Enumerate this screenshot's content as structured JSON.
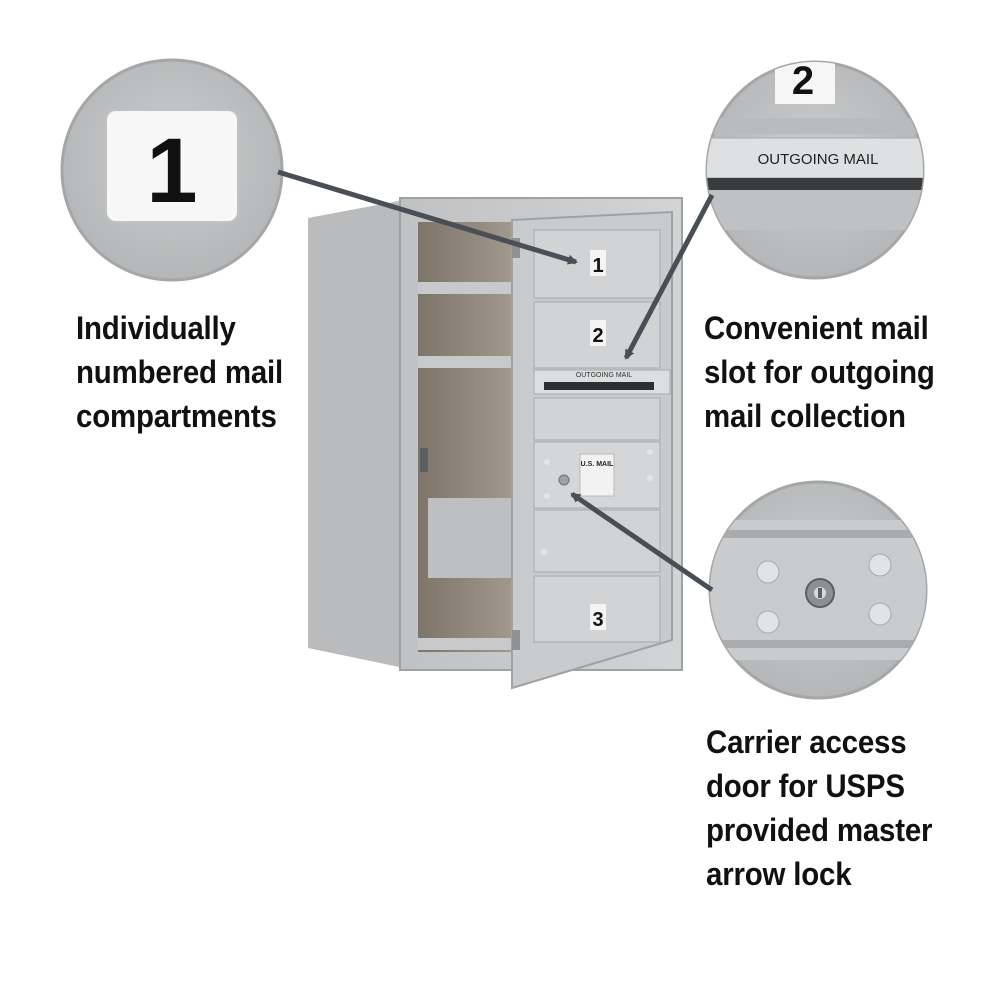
{
  "callouts": {
    "numbered": {
      "lines": [
        "Individually",
        "numbered mail",
        "compartments"
      ],
      "badge": "1"
    },
    "outgoing": {
      "lines": [
        "Convenient mail",
        "slot for outgoing",
        "mail collection"
      ],
      "badge": "2",
      "slot_label": "OUTGOING MAIL"
    },
    "carrier": {
      "lines": [
        "Carrier access",
        "door for USPS",
        "provided master",
        "arrow lock"
      ]
    }
  },
  "mailbox": {
    "compartments": [
      "1",
      "2",
      "3"
    ],
    "slot_label": "OUTGOING MAIL",
    "carrier_plate": "U.S. MAIL"
  },
  "colors": {
    "metal": "#c3c5c6",
    "metal_dark": "#9a9c9e",
    "arrow": "#4a4f55",
    "text": "#111111"
  }
}
